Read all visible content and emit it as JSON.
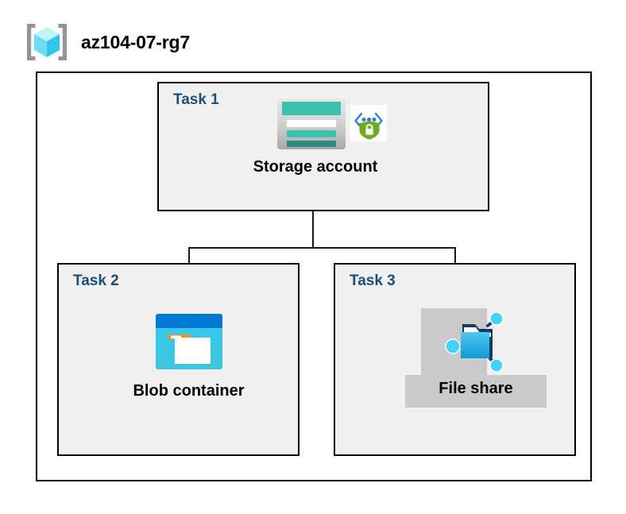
{
  "resource_group": {
    "name": "az104-07-rg7",
    "icon": "resource-group-cube-icon"
  },
  "tasks": [
    {
      "id": "task1",
      "label": "Task 1",
      "node": {
        "caption": "Storage account",
        "icon": "storage-account-icon",
        "badge_icon": "secure-private-endpoint-shield-icon",
        "highlighted": false
      }
    },
    {
      "id": "task2",
      "label": "Task 2",
      "node": {
        "caption": "Blob container",
        "icon": "blob-container-icon",
        "highlighted": false
      }
    },
    {
      "id": "task3",
      "label": "Task 3",
      "node": {
        "caption": "File share",
        "icon": "file-share-icon",
        "highlighted": true
      }
    }
  ],
  "connections": [
    {
      "from": "Storage account",
      "to": "Blob container"
    },
    {
      "from": "Storage account",
      "to": "File share"
    }
  ],
  "colors": {
    "task_label": "#1a4f79",
    "panel_fill": "#f0f0f0",
    "panel_border": "#000000",
    "canvas": "#ffffff",
    "connector": "#1a1a1a",
    "highlight": "#c9c9c9",
    "storage_teal": "#3bc1b0",
    "storage_teal_dark": "#2e8b7e",
    "azure_blue": "#0078d4",
    "blob_cyan": "#32c8f0",
    "blob_orange": "#f7921e",
    "shield_green": "#6cac1e",
    "cube_cyan": "#50e6ff",
    "bracket_gray": "#949494"
  }
}
